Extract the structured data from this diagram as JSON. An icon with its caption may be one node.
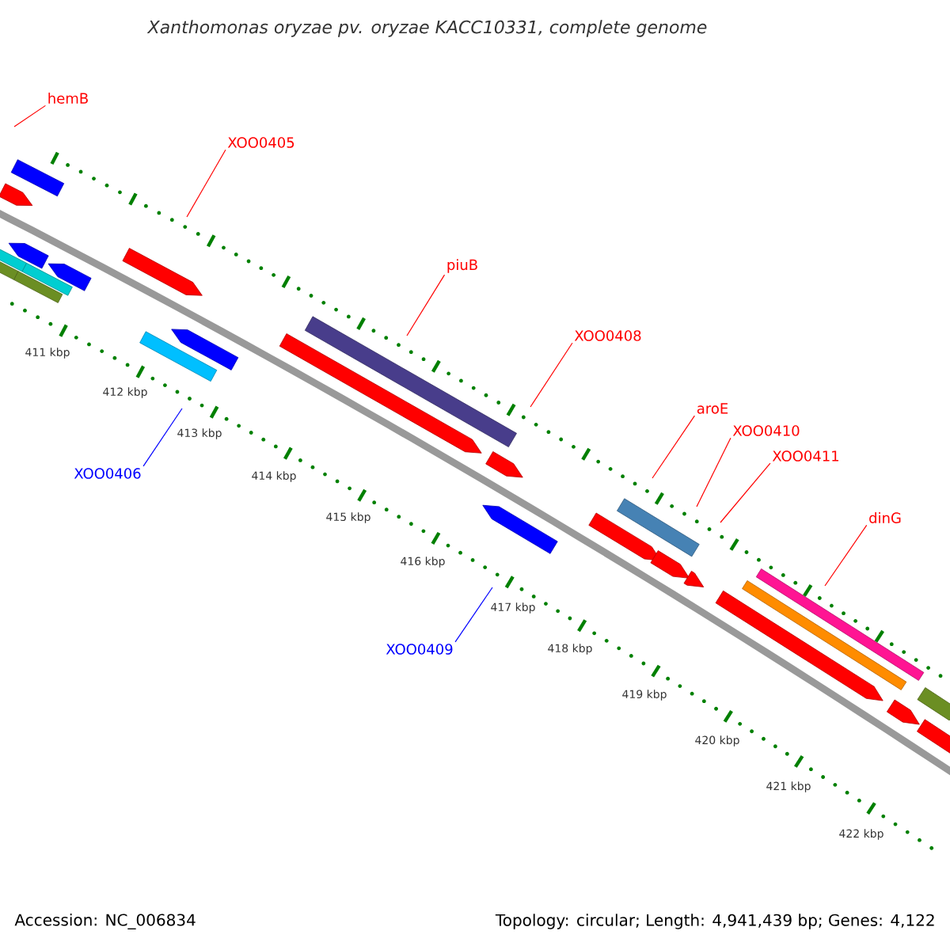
{
  "diagram": {
    "title": "Xanthomonas oryzae pv. oryzae KACC10331, complete genome",
    "nodes": [
      {
        "text": [
          "hemB"
        ]
      },
      {
        "text": [
          "XOO0405"
        ]
      },
      {
        "text": [
          "XOO0406"
        ]
      },
      {
        "text": [
          "piuB"
        ]
      },
      {
        "text": [
          "XOO0408"
        ]
      },
      {
        "text": [
          "XOO0409"
        ]
      },
      {
        "text": [
          "aroE"
        ]
      },
      {
        "text": [
          "XOO0410"
        ]
      },
      {
        "text": [
          "XOO0411"
        ]
      },
      {
        "text": [
          "dinG"
        ]
      }
    ],
    "edges": [
      {
        "from": 0,
        "to": null,
        "arrow": "none"
      },
      {
        "from": 1,
        "to": null,
        "arrow": "none"
      },
      {
        "from": 2,
        "to": null,
        "arrow": "none",
        "color": "#0000ff"
      },
      {
        "from": 3,
        "to": null,
        "arrow": "none"
      },
      {
        "from": 4,
        "to": null,
        "arrow": "none"
      },
      {
        "from": 5,
        "to": null,
        "arrow": "none",
        "color": "#0000ff"
      },
      {
        "from": 6,
        "to": null,
        "arrow": "none"
      },
      {
        "from": 7,
        "to": null,
        "arrow": "none"
      },
      {
        "from": 8,
        "to": null,
        "arrow": "none"
      },
      {
        "from": 9,
        "to": null,
        "arrow": "none"
      }
    ],
    "labels": [
      "411 kbp",
      "412 kbp",
      "413 kbp",
      "414 kbp",
      "415 kbp",
      "416 kbp",
      "417 kbp",
      "418 kbp",
      "419 kbp",
      "420 kbp",
      "421 kbp",
      "422 kbp",
      "Accession: NC_006834",
      "Topology: circular; Length: 4,941,439 bp; Genes: 4,122"
    ]
  }
}
